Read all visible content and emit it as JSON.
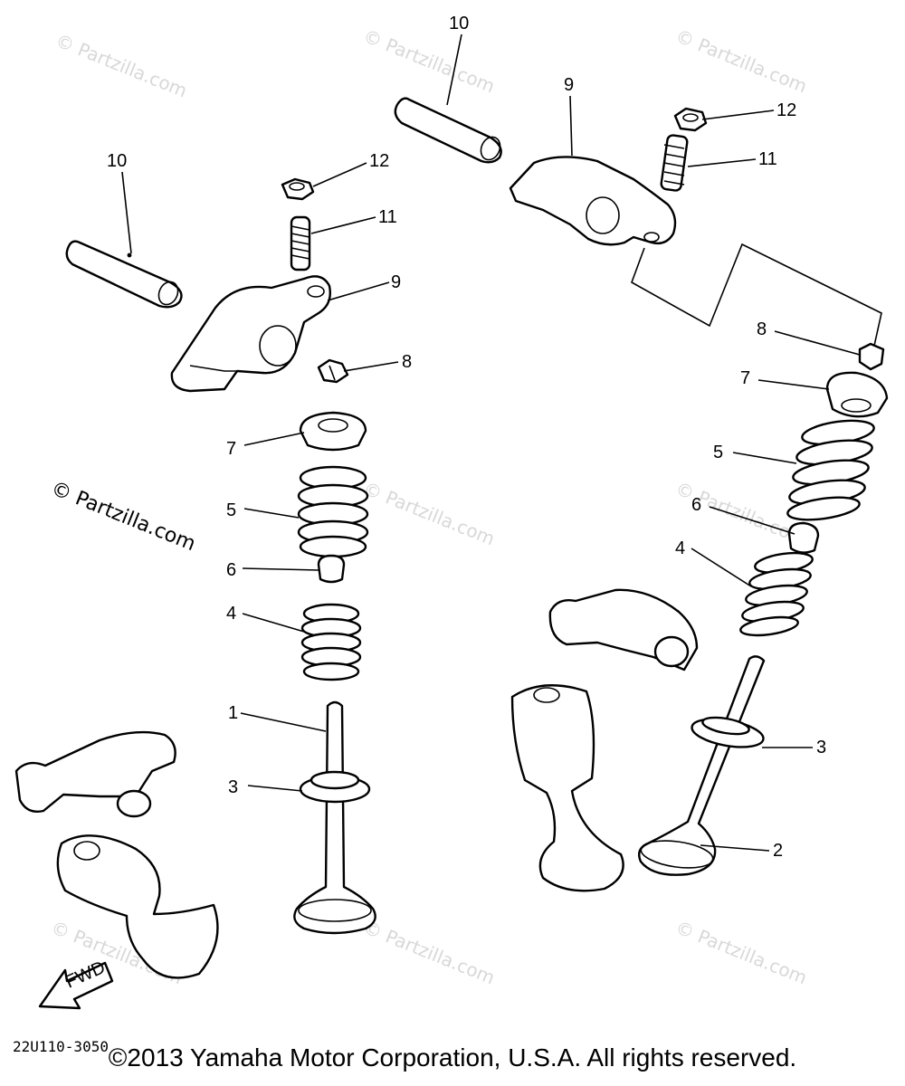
{
  "watermark": {
    "text": "© Partzilla.com",
    "prominent": "© Partzilla.com"
  },
  "callouts": {
    "c1": "1",
    "c2": "2",
    "c3a": "3",
    "c3b": "3",
    "c4a": "4",
    "c4b": "4",
    "c5a": "5",
    "c5b": "5",
    "c6a": "6",
    "c6b": "6",
    "c7a": "7",
    "c7b": "7",
    "c8a": "8",
    "c8b": "8",
    "c9a": "9",
    "c9b": "9",
    "c10a": "10",
    "c10b": "10",
    "c11a": "11",
    "c11b": "11",
    "c12a": "12",
    "c12b": "12"
  },
  "fwd_label": "FWD",
  "diagram_code": "22U110-3050",
  "copyright": "©2013 Yamaha Motor Corporation, U.S.A. All rights reserved."
}
